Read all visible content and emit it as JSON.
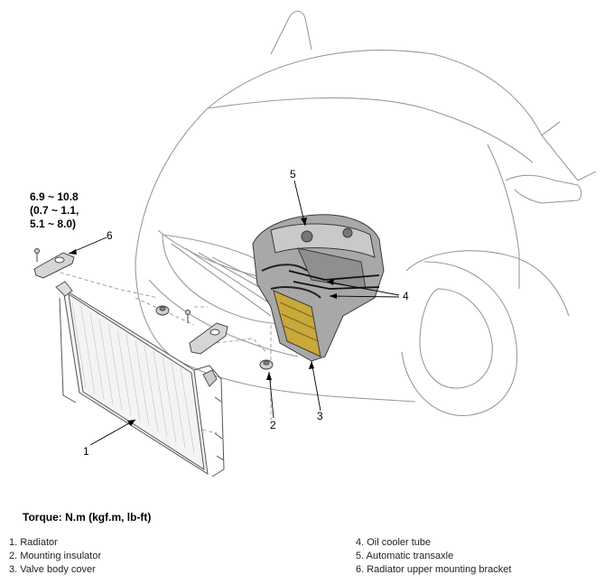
{
  "callouts": [
    "1",
    "2",
    "3",
    "4",
    "5",
    "6"
  ],
  "torque_spec": {
    "line1": "6.9 ~ 10.8",
    "line2": "(0.7 ~ 1.1,",
    "line3": "5.1 ~ 8.0)"
  },
  "torque_heading": "Torque:  N.m (kgf.m, lb-ft)",
  "legend": [
    "1. Radiator",
    "2. Mounting insulator",
    "3. Valve body cover",
    "4. Oil cooler tube",
    "5. Automatic transaxle",
    "6. Radiator upper mounting bracket"
  ],
  "colors": {
    "line": "#9a9a9a",
    "part": "#555555",
    "transaxle": "#8a8a8a",
    "cover": "#c8a93a"
  }
}
